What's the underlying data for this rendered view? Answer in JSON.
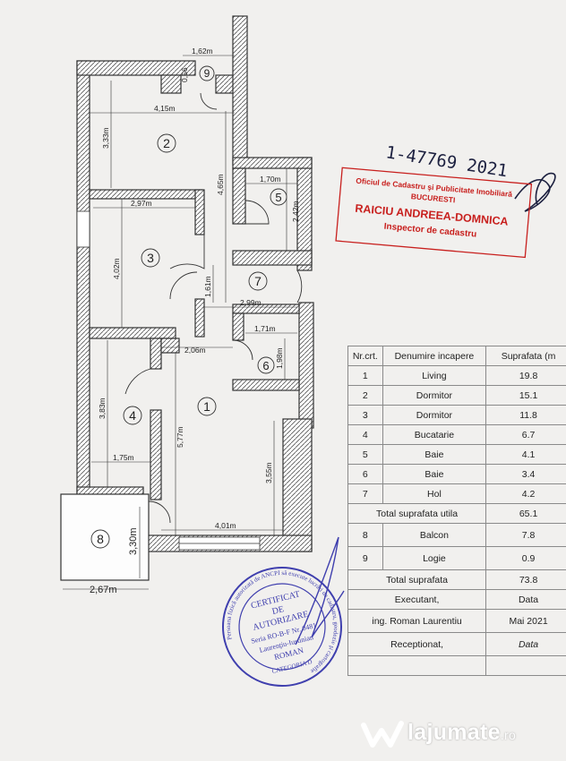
{
  "plan": {
    "dimensions": {
      "d_162": "1,62m",
      "d_056": "0,56",
      "d_415": "4,15m",
      "d_333": "3,33m",
      "d_465": "4,65m",
      "d_170": "1,70m",
      "d_242": "2,42m",
      "d_297": "2,97m",
      "d_402": "4,02m",
      "d_161": "1,61m",
      "d_299": "2,99m",
      "d_171": "1,71m",
      "d_198": "1,98m",
      "d_206": "2,06m",
      "d_383": "3,83m",
      "d_577": "5,77m",
      "d_355": "3,55m",
      "d_175": "1,75m",
      "d_401": "4,01m",
      "d_330": "3,30m",
      "d_267": "2,67m"
    },
    "room_numbers": [
      "1",
      "2",
      "3",
      "4",
      "5",
      "6",
      "7",
      "8",
      "9"
    ]
  },
  "handwritten": {
    "number": "1-47769 2021"
  },
  "red_stamp": {
    "line1": "Oficiul de Cadastru şi Publicitate Imobiliară",
    "line2": "BUCURESTI",
    "name": "RAICIU ANDREEA-DOMNICA",
    "role": "Inspector de cadastru"
  },
  "table": {
    "headers": {
      "nr": "Nr.crt.",
      "name": "Denumire incapere",
      "area": "Suprafata (m"
    },
    "rooms": [
      {
        "nr": "1",
        "name": "Living",
        "area": "19.8"
      },
      {
        "nr": "2",
        "name": "Dormitor",
        "area": "15.1"
      },
      {
        "nr": "3",
        "name": "Dormitor",
        "area": "11.8"
      },
      {
        "nr": "4",
        "name": "Bucatarie",
        "area": "6.7"
      },
      {
        "nr": "5",
        "name": "Baie",
        "area": "4.1"
      },
      {
        "nr": "6",
        "name": "Baie",
        "area": "3.4"
      },
      {
        "nr": "7",
        "name": "Hol",
        "area": "4.2"
      }
    ],
    "total_utila": {
      "label": "Total suprafata utila",
      "value": "65.1"
    },
    "extra": [
      {
        "nr": "8",
        "name": "Balcon",
        "area": "7.8"
      },
      {
        "nr": "9",
        "name": "Logie",
        "area": "0.9"
      }
    ],
    "total": {
      "label": "Total suprafata",
      "value": "73.8"
    },
    "executant": {
      "label": "Executant,",
      "value": "Data"
    },
    "engineer": {
      "name": "ing. Roman Laurentiu",
      "date": "Mai 2021"
    },
    "receptionat": {
      "label": "Receptionat,",
      "value": "Data"
    }
  },
  "blue_stamp": {
    "ring_text": "Persoana fizică autorizată de ANCPI să execute lucrări de cadastru, geodezie şi cartografie",
    "l1": "CERTIFICAT",
    "l2": "DE",
    "l3": "AUTORIZARE",
    "l4": "Seria RO-B-F Nr. 0481",
    "l5": "Laurenţiu-Iustinian",
    "l6": "ROMAN",
    "l7": "CATEGORIA D"
  },
  "watermark": {
    "brand": "lajumate",
    "tld": ".ro"
  }
}
